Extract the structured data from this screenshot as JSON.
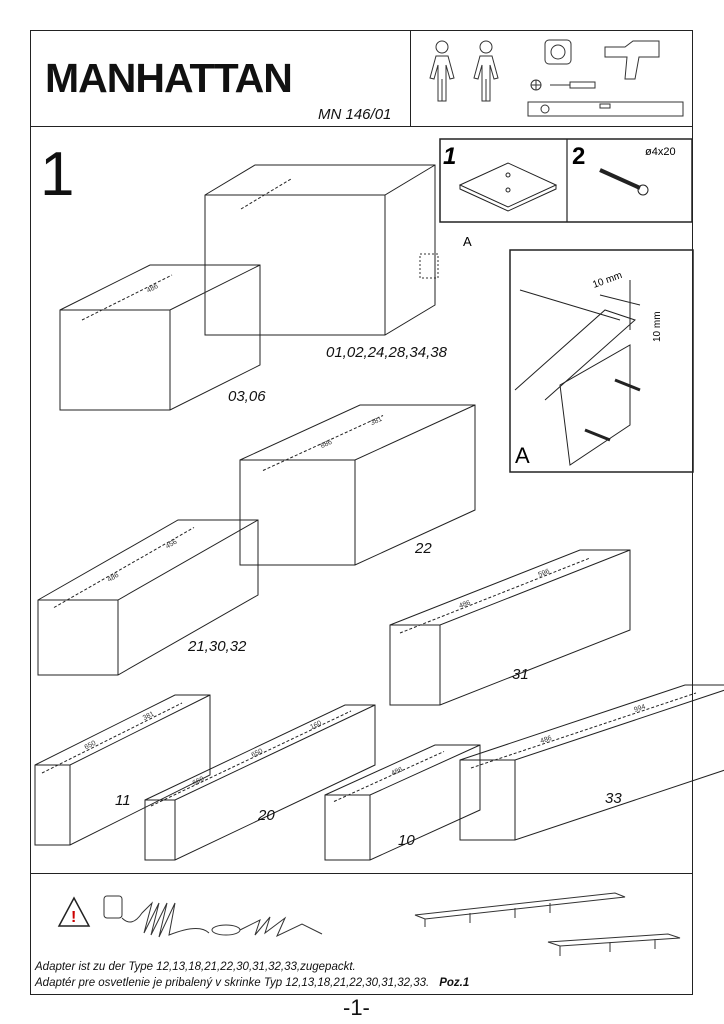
{
  "header": {
    "title": "MANHATTAN",
    "code": "MN 146/01"
  },
  "step": "1",
  "parts": [
    {
      "number": "1",
      "name": "connector-plate"
    },
    {
      "number": "2",
      "name": "screw",
      "size": "ø4x20"
    }
  ],
  "detail": {
    "label": "A",
    "callout": "A",
    "dim_h": "10 mm",
    "dim_v": "10 mm"
  },
  "cabinets": [
    {
      "label": "01,02,24,28,34,38",
      "dims": []
    },
    {
      "label": "03,06",
      "dims": [
        "486"
      ]
    },
    {
      "label": "22",
      "dims": [
        "886",
        "381"
      ]
    },
    {
      "label": "21,30,32",
      "dims": [
        "486",
        "456"
      ]
    },
    {
      "label": "31",
      "dims": [
        "486",
        "596"
      ]
    },
    {
      "label": "11",
      "dims": [
        "650",
        "381"
      ]
    },
    {
      "label": "20",
      "dims": [
        "660",
        "650",
        "160"
      ]
    },
    {
      "label": "10",
      "dims": [
        "486"
      ]
    },
    {
      "label": "33",
      "dims": [
        "486",
        "994"
      ]
    }
  ],
  "footer": {
    "line1": "Adapter ist zu der Type 12,13,18,21,22,30,31,32,33,zugepackt.",
    "line2": "Adaptér pre osvetlenie je pribalený v skrinke Typ 12,13,18,21,22,30,31,32,33.",
    "poz": "Poz.1"
  },
  "page_number": "-1-"
}
